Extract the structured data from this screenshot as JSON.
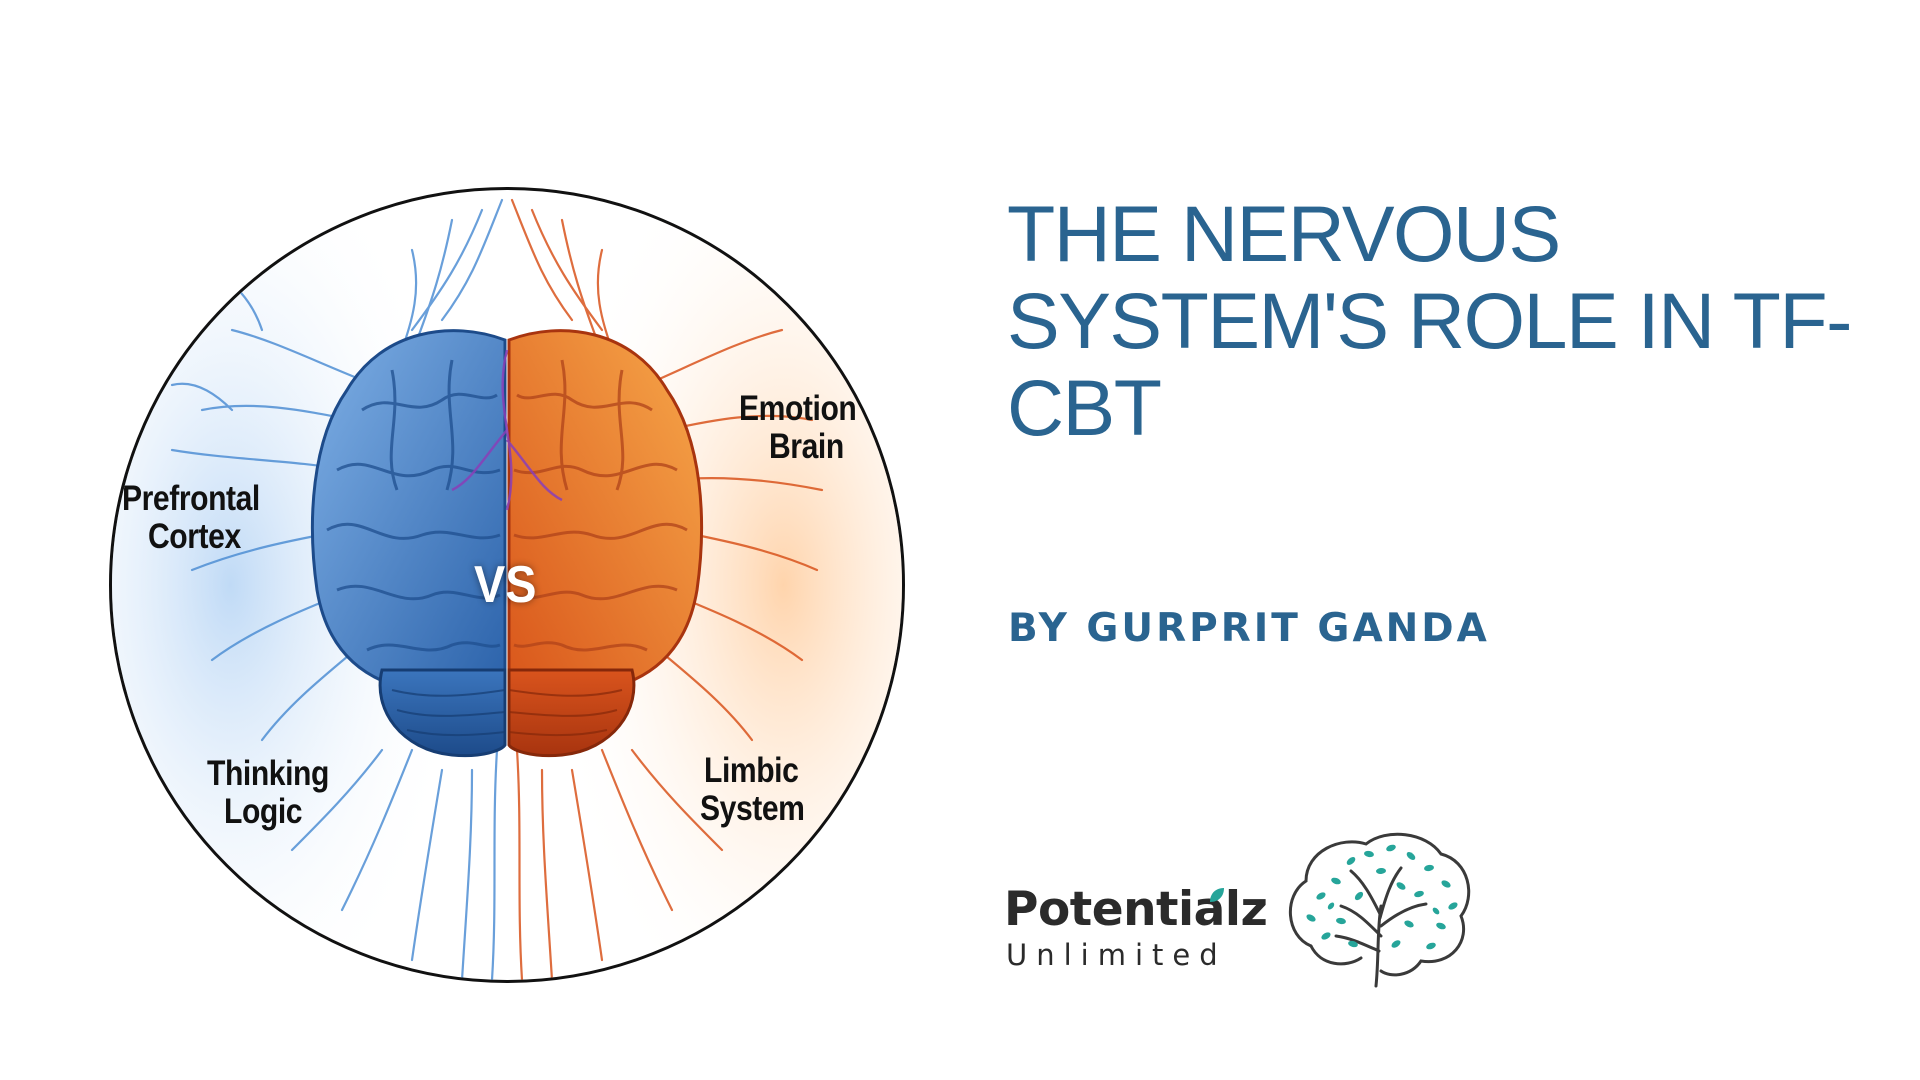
{
  "illustration": {
    "labels": {
      "prefrontal_line1": "Prefrontal",
      "prefrontal_line2": "Cortex",
      "emotion_line1": "Emotion",
      "emotion_line2": "Brain",
      "thinking_line1": "Thinking",
      "thinking_line2": "Logic",
      "limbic_line1": "Limbic",
      "limbic_line2": "System",
      "versus": "VS"
    },
    "colors": {
      "cool_side": "#2f6fb8",
      "warm_side": "#e0551f"
    }
  },
  "title": {
    "line1": "THE NERVOUS",
    "line2": "SYSTEM'S ROLE IN TF-",
    "line3": "CBT",
    "color": "#2a6490"
  },
  "author": "BY GURPRIT GANDA",
  "logo": {
    "name": "Potentialz",
    "tagline": "Unlimited",
    "icon": "brain-tree-icon",
    "accent": "#26a59a"
  }
}
